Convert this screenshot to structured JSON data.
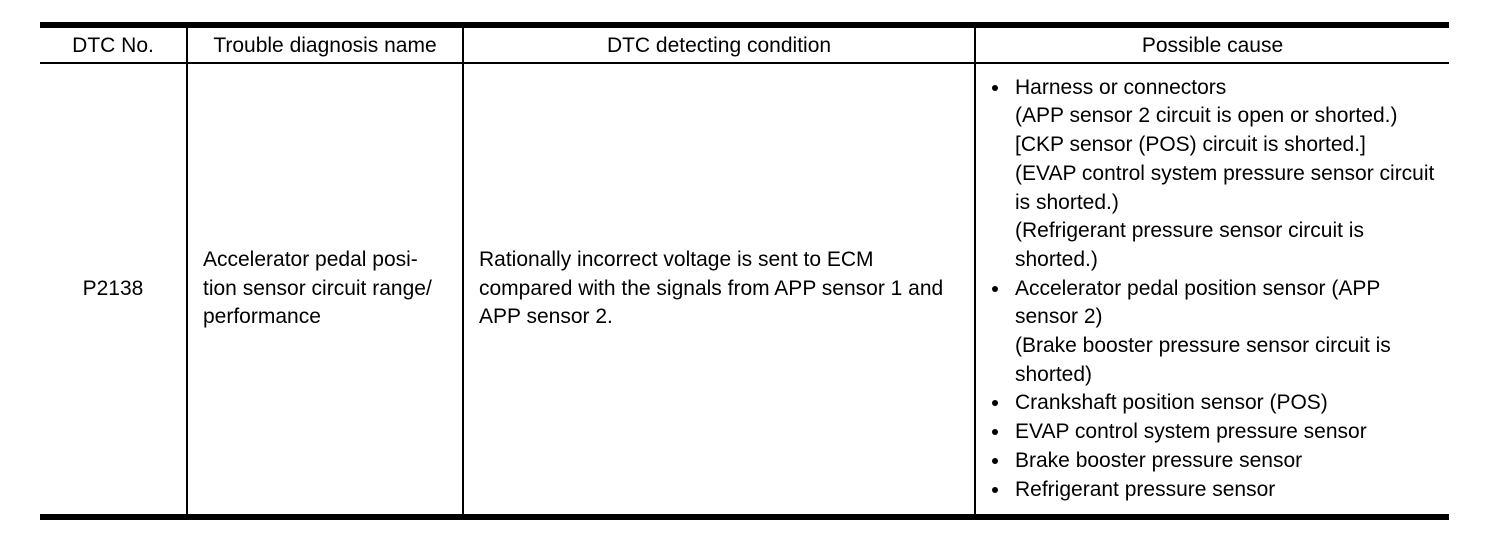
{
  "table": {
    "headers": [
      "DTC No.",
      "Trouble diagnosis name",
      "DTC detecting condition",
      "Possible cause"
    ],
    "row": {
      "dtc_no": "P2138",
      "trouble_name_lines": [
        "Accelerator pedal posi-",
        "tion sensor circuit range/",
        "performance"
      ],
      "detecting_condition": "Rationally incorrect voltage is sent to ECM compared with the signals from APP sensor 1 and APP sensor 2.",
      "possible_causes": [
        {
          "text": "Harness or connectors",
          "notes": [
            "(APP sensor 2 circuit is open or shorted.)",
            "[CKP sensor (POS) circuit is shorted.]",
            "(EVAP control system pressure sensor circuit is shorted.)",
            "(Refrigerant pressure sensor circuit is shorted.)"
          ]
        },
        {
          "text": "Accelerator pedal position sensor (APP sensor 2)",
          "notes": [
            "(Brake booster pressure sensor circuit is shorted)"
          ]
        },
        {
          "text": "Crankshaft position sensor (POS)",
          "notes": []
        },
        {
          "text": "EVAP control system pressure sensor",
          "notes": []
        },
        {
          "text": "Brake booster pressure sensor",
          "notes": []
        },
        {
          "text": "Refrigerant pressure sensor",
          "notes": []
        }
      ]
    },
    "colors": {
      "border": "#000000",
      "text": "#000000",
      "background": "#ffffff"
    }
  }
}
